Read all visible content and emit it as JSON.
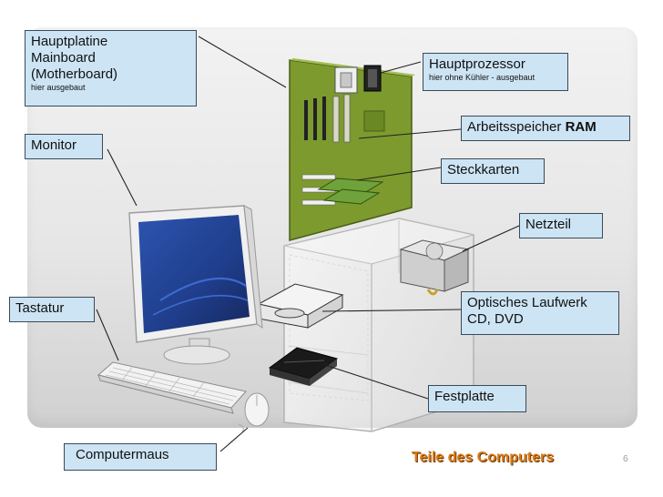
{
  "labels": {
    "mainboard": {
      "line1": "Hauptplatine",
      "line2": "Mainboard",
      "line3": "(Motherboard)",
      "note": "hier ausgebaut"
    },
    "monitor": "Monitor",
    "tastatur": "Tastatur",
    "computermaus": "Computermaus",
    "hauptprozessor": {
      "title": "Hauptprozessor",
      "note": "hier ohne Kühler - ausgebaut"
    },
    "ram": {
      "text": "Arbeitsspeicher ",
      "bold": "RAM"
    },
    "steckkarten": "Steckkarten",
    "netzteil": "Netzteil",
    "laufwerk": {
      "line1": "Optisches Laufwerk",
      "line2": "CD, DVD"
    },
    "festplatte": "Festplatte"
  },
  "footer": {
    "title": "Teile des Computers",
    "page": "6"
  },
  "colors": {
    "label_bg": "#cde4f4",
    "footer_title": "#d87a18",
    "board": "#7c9a2e",
    "screen": "#1f3d8a"
  }
}
